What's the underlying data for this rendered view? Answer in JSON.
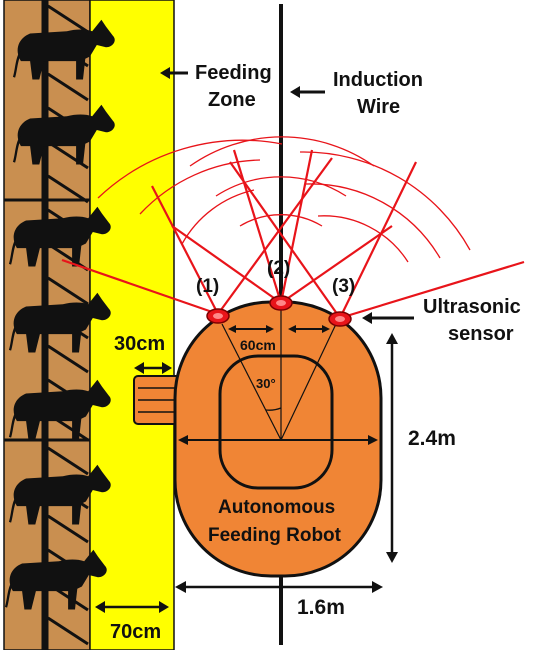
{
  "labels": {
    "feeding_zone_line1": "Feeding",
    "feeding_zone_line2": "Zone",
    "induction_wire_line1": "Induction",
    "induction_wire_line2": "Wire",
    "ultrasonic_line1": "Ultrasonic",
    "ultrasonic_line2": "sensor",
    "sensor_1": "(1)",
    "sensor_2": "(2)",
    "sensor_3": "(3)",
    "sensor_spacing": "60cm",
    "angle": "30°",
    "robot_line1": "Autonomous",
    "robot_line2": "Feeding Robot",
    "robot_length": "2.4m",
    "robot_width": "1.6m",
    "side_gap": "30cm",
    "feeding_zone_width": "70cm"
  },
  "colors": {
    "barn_floor": "#C98F50",
    "feeding_zone": "#FFFF00",
    "robot_body": "#F08535",
    "sensor_beam": "#E8141A",
    "outline": "#111111"
  },
  "icons": [
    "cow-icon",
    "arrow-left-icon",
    "ultrasonic-sensor-icon"
  ]
}
